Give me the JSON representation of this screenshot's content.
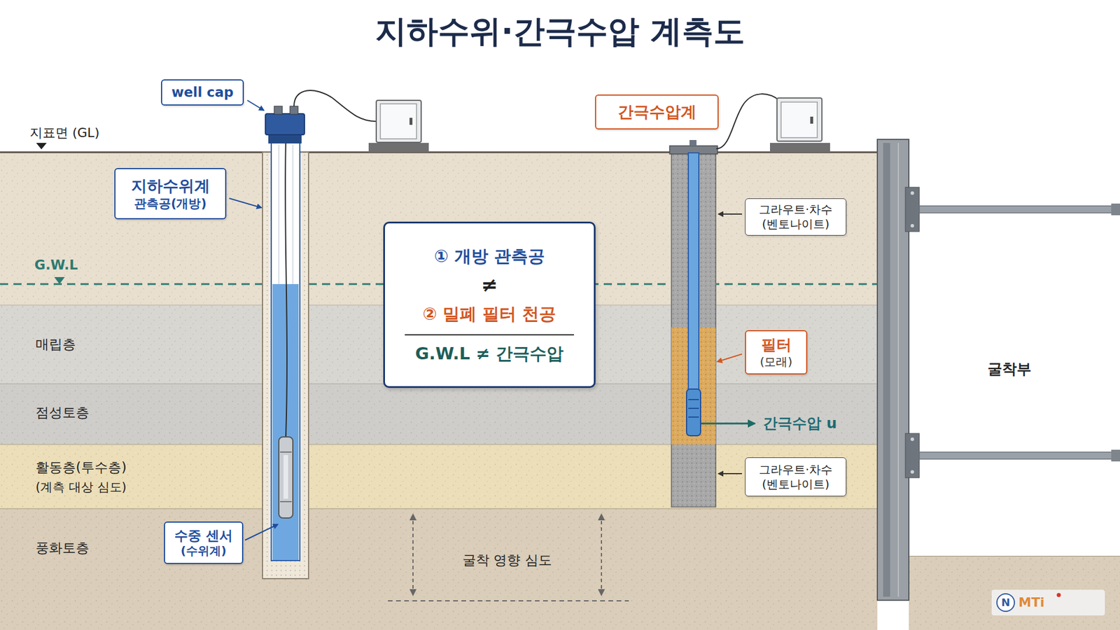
{
  "diagram": {
    "title": "지하수위·간극수압 계측도",
    "nodes": [
      {
        "text": [
          "well cap"
        ]
      },
      {
        "text": [
          "지하수위계",
          "관측공(개방)"
        ]
      },
      {
        "text": [
          "수중 센서",
          "(수위계)"
        ]
      },
      {
        "text": [
          "① 개방 관측공",
          "≠",
          "② 밀폐 필터 천공",
          "G.W.L ≠ 간극수압"
        ]
      },
      {
        "text": [
          "간극수압계"
        ]
      },
      {
        "text": [
          "그라우트·차수",
          "(벤토나이트)"
        ]
      },
      {
        "text": [
          "필터",
          "(모래)"
        ]
      },
      {
        "text": [
          "그라우트·차수",
          "(벤토나이트)"
        ]
      }
    ],
    "labels": [
      "지표면 (GL)",
      "G.W.L",
      "매립층",
      "점성토층",
      "활동층(투수층)",
      "(계측 대상 심도)",
      "풍화토층",
      "간극수압 u",
      "굴착 영향 심도",
      "굴착부",
      "N",
      "MTi"
    ]
  }
}
